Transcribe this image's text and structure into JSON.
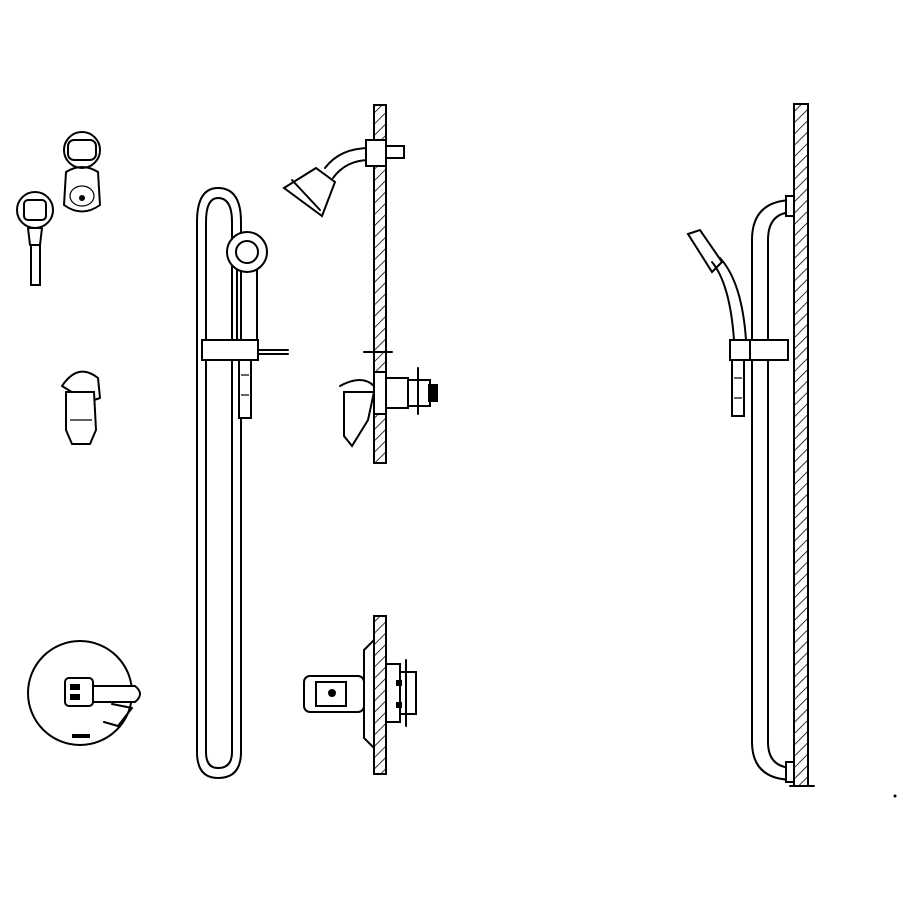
{
  "drawing": {
    "line_color": "#000000",
    "background_color": "#ffffff",
    "views": [
      {
        "id": "small-parts",
        "components": [
          "shower-head-front",
          "hand-shower-front",
          "volume-control-front",
          "valve-trim-front"
        ]
      },
      {
        "id": "front-elevation",
        "components": [
          "grab-bar",
          "slide-bracket",
          "hand-shower-hose"
        ]
      },
      {
        "id": "side-elevation",
        "components": [
          "wall-section",
          "fixed-shower-head",
          "valve-side",
          "valve-rough-in"
        ]
      },
      {
        "id": "right-elevation",
        "components": [
          "wall-section",
          "grab-bar",
          "hand-shower",
          "slide-bracket"
        ]
      }
    ]
  }
}
